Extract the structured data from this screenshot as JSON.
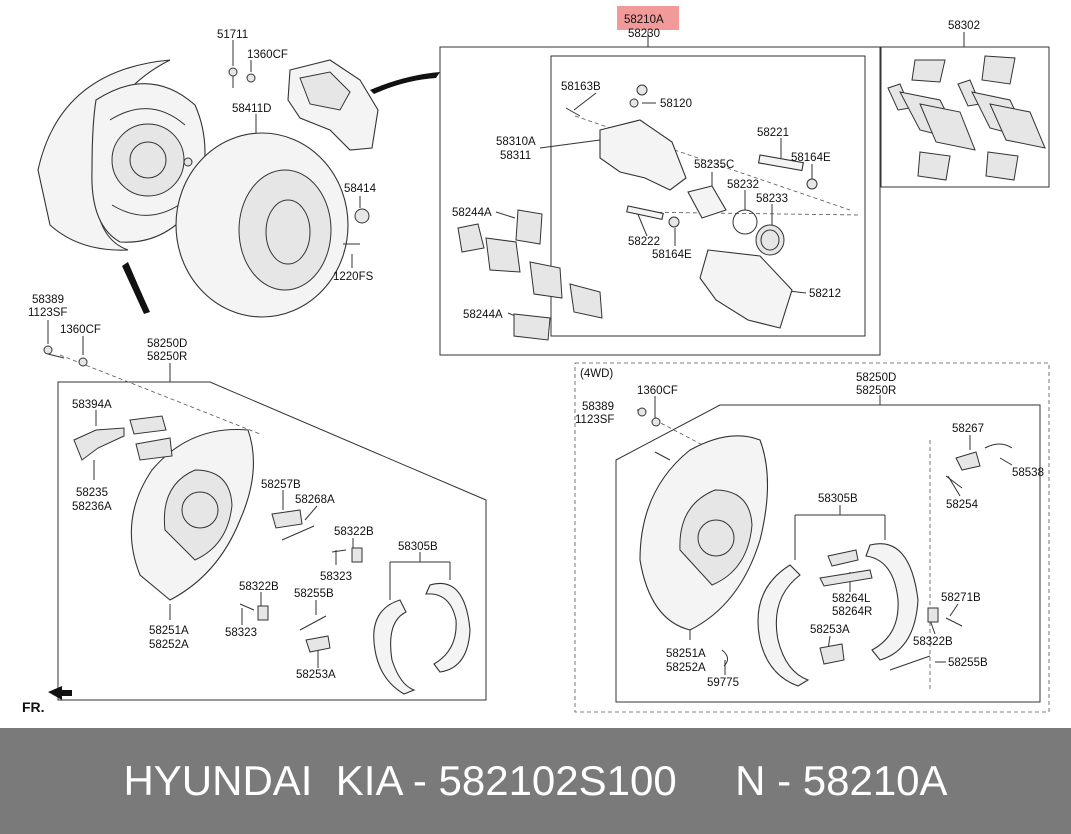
{
  "callouts": {
    "highlight": "58210A",
    "c58230": "58230",
    "c58302": "58302",
    "c51711": "51711",
    "c1360cf_top": "1360CF",
    "c58411d": "58411D",
    "c58414": "58414",
    "c1220fs": "1220FS",
    "c58389_l": "58389",
    "c1123sf_l": "1123SF",
    "c1360cf_l": "1360CF",
    "c58250d_l": "58250D",
    "c58250r_l": "58250R",
    "c58163b": "58163B",
    "c58120": "58120",
    "c58310a": "58310A",
    "c58311": "58311",
    "c58221": "58221",
    "c58235c": "58235C",
    "c58164e_a": "58164E",
    "c58232": "58232",
    "c58233": "58233",
    "c58244a_a": "58244A",
    "c58222": "58222",
    "c58164e_b": "58164E",
    "c58212": "58212",
    "c58244a_b": "58244A",
    "c58394a": "58394A",
    "c58235": "58235",
    "c58236a": "58236A",
    "c58257b": "58257B",
    "c58268a": "58268A",
    "c58322b_a": "58322B",
    "c58323_a": "58323",
    "c58305b_l": "58305B",
    "c58322b_b": "58322B",
    "c58323_b": "58323",
    "c58255b_l": "58255B",
    "c58251a_l": "58251A",
    "c58252a_l": "58252A",
    "c58253a_l": "58253A",
    "c4wd": "(4WD)",
    "c58389_r": "58389",
    "c1123sf_r": "1123SF",
    "c1360cf_r": "1360CF",
    "c58250d_r": "58250D",
    "c58250r_r": "58250R",
    "c58267": "58267",
    "c58538": "58538",
    "c58254": "58254",
    "c58305b_r": "58305B",
    "c58264l": "58264L",
    "c58264r": "58264R",
    "c58271b": "58271B",
    "c58253a_r": "58253A",
    "c58322b_r": "58322B",
    "c58251a_r": "58251A",
    "c58252a_r": "58252A",
    "c58255b_r": "58255B",
    "c59775": "59775",
    "fr": "FR."
  },
  "colors": {
    "highlight": "#f29a9a",
    "banner": "#7a7a7a"
  },
  "banner": "HYUNDAI  KIA - 582102S100     N - 58210A"
}
